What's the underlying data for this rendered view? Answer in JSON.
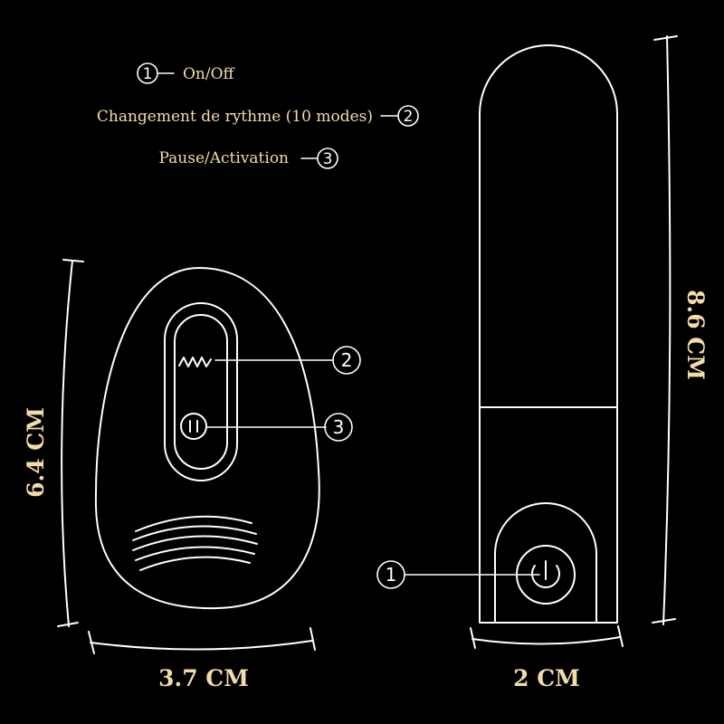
{
  "legend": {
    "items": [
      {
        "number": "1",
        "text": "On/Off"
      },
      {
        "number": "2",
        "text": "Changement de rythme (10 modes)"
      },
      {
        "number": "3",
        "text": "Pause/Activation"
      }
    ]
  },
  "remote": {
    "height_label": "6.4 CM",
    "width_label": "3.7 CM",
    "callout_rhythm": "2",
    "callout_pause": "3"
  },
  "bullet": {
    "height_label": "8.6 CM",
    "width_label": "2 CM",
    "callout_power": "1"
  },
  "colors": {
    "background": "#000000",
    "accent_gold": "#f3dcaa",
    "line": "#ffffff"
  }
}
